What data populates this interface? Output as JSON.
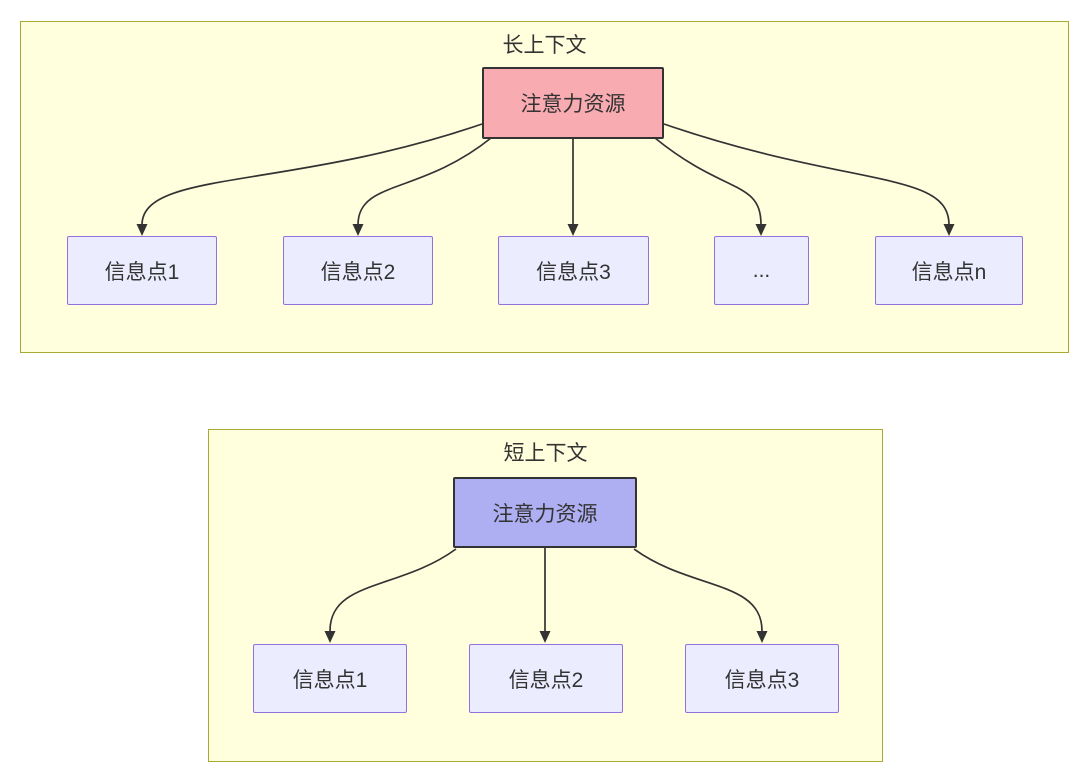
{
  "diagram": {
    "type": "flowchart-attention-comparison",
    "clusters": [
      {
        "title": "长上下文",
        "root": {
          "label": "注意力资源",
          "fill": "#f8abb0"
        },
        "children": [
          {
            "label": "信息点1"
          },
          {
            "label": "信息点2"
          },
          {
            "label": "信息点3"
          },
          {
            "label": "..."
          },
          {
            "label": "信息点n"
          }
        ]
      },
      {
        "title": "短上下文",
        "root": {
          "label": "注意力资源",
          "fill": "#aeaef2"
        },
        "children": [
          {
            "label": "信息点1"
          },
          {
            "label": "信息点2"
          },
          {
            "label": "信息点3"
          }
        ]
      }
    ],
    "colors": {
      "cluster_fill": "#ffffde",
      "cluster_border": "#aaaa33",
      "long_context_root_fill": "#f8abb0",
      "short_context_root_fill": "#aeaef2",
      "root_border": "#333333",
      "info_node_fill": "#ececff",
      "info_node_border": "#9370db",
      "edge_color": "#333333",
      "text_color": "#333333"
    }
  }
}
